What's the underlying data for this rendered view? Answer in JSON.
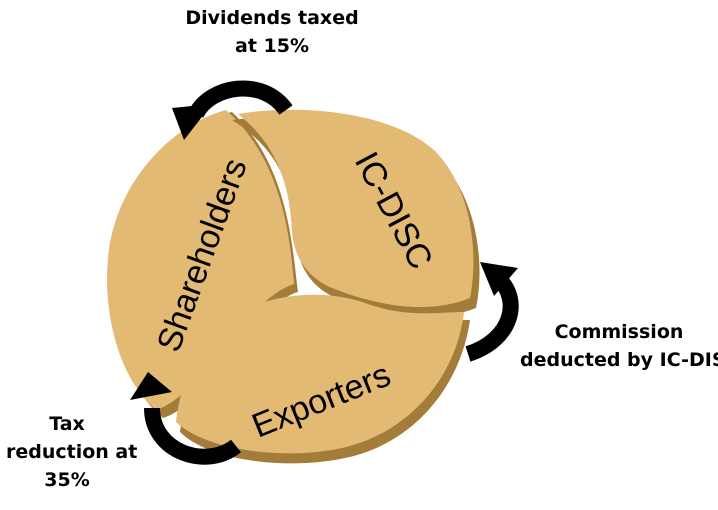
{
  "diagram": {
    "colors": {
      "petal_top": "#e2ba73",
      "petal_side": "#a27c38",
      "arrow": "#000000",
      "text": "#000000",
      "background": "#ffffff"
    },
    "petals": [
      {
        "id": "shareholders",
        "label": "Shareholders"
      },
      {
        "id": "ic-disc",
        "label": "IC-DISC"
      },
      {
        "id": "exporters",
        "label": "Exporters"
      }
    ],
    "flows": [
      {
        "id": "dividends",
        "lines": [
          "Dividends taxed",
          "at 15%"
        ],
        "icon": "curved-arrow-icon"
      },
      {
        "id": "commission",
        "lines": [
          "Commission",
          "deducted by IC-DISC"
        ],
        "icon": "curved-arrow-icon"
      },
      {
        "id": "tax",
        "lines": [
          "Tax",
          "reduction at",
          "35%"
        ],
        "icon": "curved-arrow-icon"
      }
    ]
  }
}
